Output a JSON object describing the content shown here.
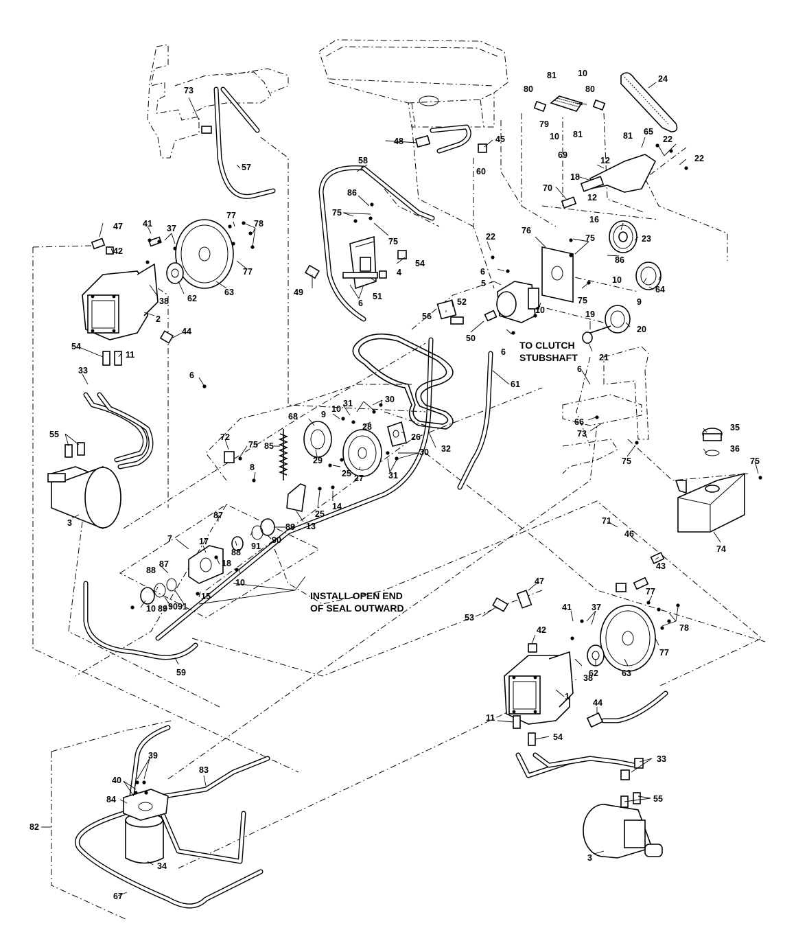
{
  "diagram": {
    "notes": {
      "clutch_line1": "TO CLUTCH",
      "clutch_line2": "STUBSHAFT",
      "seal_line1": "INSTALL OPEN END",
      "seal_line2": "OF SEAL OUTWARD"
    },
    "callouts": [
      "73",
      "57",
      "48",
      "45",
      "60",
      "58",
      "86",
      "75",
      "75",
      "54",
      "4",
      "51",
      "6",
      "49",
      "81",
      "10",
      "80",
      "80",
      "79",
      "10",
      "81",
      "24",
      "65",
      "22",
      "22",
      "81",
      "69",
      "12",
      "18",
      "12",
      "70",
      "22",
      "76",
      "16",
      "23",
      "75",
      "86",
      "6",
      "5",
      "75",
      "10",
      "9",
      "64",
      "52",
      "56",
      "50",
      "10",
      "6",
      "19",
      "20",
      "21",
      "47",
      "42",
      "41",
      "37",
      "77",
      "78",
      "77",
      "38",
      "62",
      "63",
      "2",
      "44",
      "54",
      "11",
      "33",
      "6",
      "55",
      "3",
      "61",
      "6",
      "66",
      "73",
      "75",
      "35",
      "36",
      "75",
      "9",
      "10",
      "31",
      "30",
      "68",
      "28",
      "26",
      "72",
      "75",
      "85",
      "29",
      "25",
      "32",
      "30",
      "31",
      "27",
      "8",
      "25",
      "14",
      "13",
      "74",
      "7",
      "87",
      "17",
      "18",
      "88",
      "91",
      "90",
      "89",
      "88",
      "87",
      "10",
      "89",
      "90",
      "91",
      "15",
      "10",
      "71",
      "46",
      "43",
      "47",
      "53",
      "41",
      "37",
      "77",
      "78",
      "42",
      "77",
      "38",
      "62",
      "63",
      "1",
      "44",
      "11",
      "54",
      "33",
      "55",
      "3",
      "59",
      "39",
      "40",
      "83",
      "84",
      "82",
      "34",
      "67"
    ]
  }
}
